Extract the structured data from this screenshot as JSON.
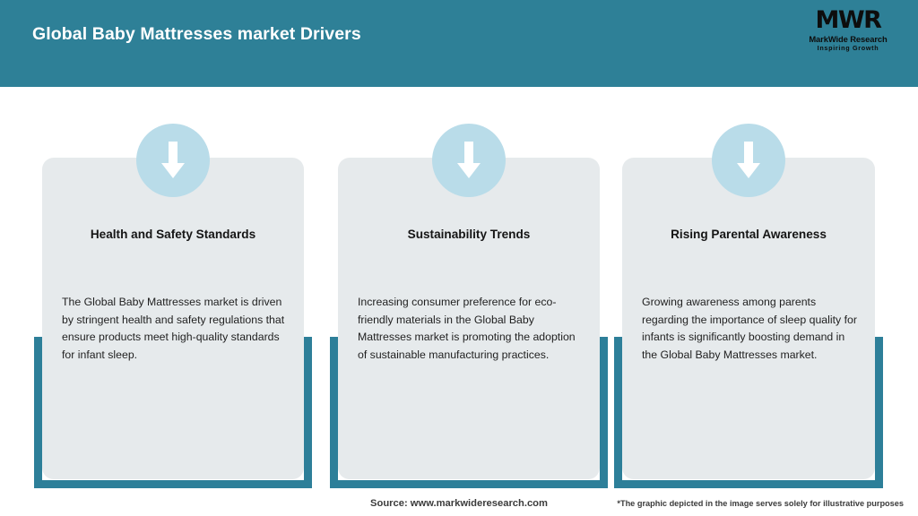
{
  "header": {
    "title": "Global Baby Mattresses market Drivers",
    "background_color": "#2E8097",
    "title_color": "#FFFFFF",
    "logo": {
      "mark": "MWR",
      "name": "MarkWide Research",
      "tagline": "Inspiring Growth"
    }
  },
  "theme": {
    "accent_teal": "#2D7F99",
    "card_background": "#E6EAEC",
    "icon_circle": "#B9DCE9",
    "arrow_color": "#FFFFFF"
  },
  "cards": [
    {
      "icon": "down-arrow-icon",
      "title": "Health and Safety Standards",
      "body": "The Global Baby Mattresses market is driven by stringent health and safety regulations that ensure products meet high-quality standards for infant sleep."
    },
    {
      "icon": "down-arrow-icon",
      "title": "Sustainability Trends",
      "body": "Increasing consumer preference for eco-friendly materials in the Global Baby Mattresses market is promoting the adoption of sustainable manufacturing practices."
    },
    {
      "icon": "down-arrow-icon",
      "title": "Rising Parental Awareness",
      "body": "Growing awareness among parents regarding the importance of sleep quality for infants is significantly boosting demand in the Global Baby Mattresses market."
    }
  ],
  "footer": {
    "source": "Source: www.markwideresearch.com",
    "disclaimer": "*The graphic depicted in the image serves solely for illustrative purposes"
  }
}
